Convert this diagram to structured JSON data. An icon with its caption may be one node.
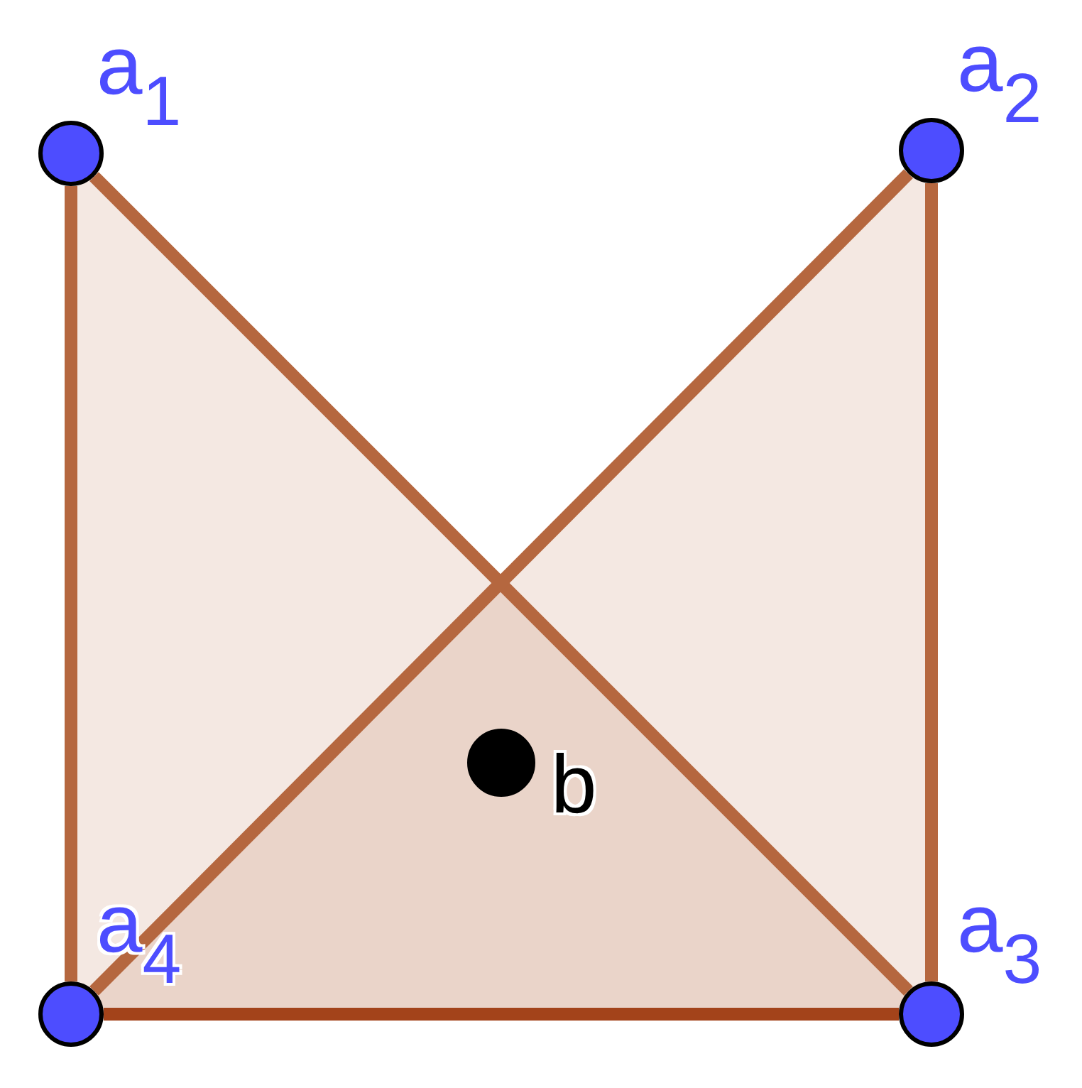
{
  "diagram": {
    "nodes": [
      {
        "text": [],
        "shape": "circle",
        "beside": [
          "a$_{1}$"
        ]
      },
      {
        "text": [],
        "shape": "circle",
        "beside": [
          "a$_{2}$"
        ]
      },
      {
        "text": [],
        "shape": "circle",
        "beside": [
          "a$_{3}$"
        ]
      },
      {
        "text": [],
        "shape": "circle",
        "beside": [
          "a$_{4}$"
        ]
      },
      {
        "text": [],
        "shape": "circle",
        "beside": [
          "b"
        ]
      }
    ],
    "edges": [
      {
        "from": 0,
        "to": 3,
        "arrow": "none"
      },
      {
        "from": 0,
        "to": 2,
        "arrow": "none"
      },
      {
        "from": 1,
        "to": 3,
        "arrow": "none"
      },
      {
        "from": 1,
        "to": 2,
        "arrow": "none"
      },
      {
        "from": 3,
        "to": 2,
        "arrow": "none",
        "color": "#a3431a"
      }
    ]
  }
}
